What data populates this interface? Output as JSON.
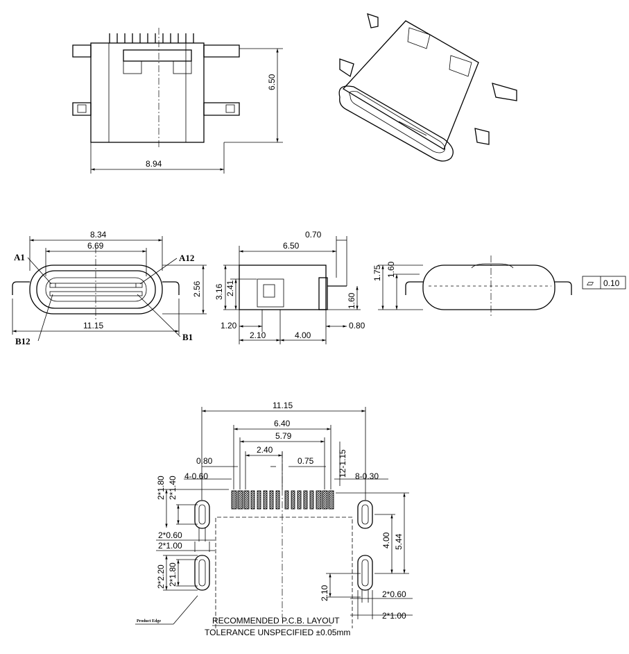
{
  "views": {
    "top_view": {
      "dims": {
        "width": "8.94",
        "height": "6.50"
      }
    },
    "front_view": {
      "dims": {
        "outer": "8.34",
        "inner": "6.69",
        "total": "11.15",
        "height": "2.56"
      },
      "pins": {
        "a1": "A1",
        "a12": "A12",
        "b12": "B12",
        "b1": "B1"
      }
    },
    "side_view": {
      "dims": {
        "length": "6.50",
        "lead": "0.70",
        "h_total": "3.16",
        "h_body": "2.41",
        "h_pin": "1.60",
        "offset": "1.20",
        "tail": "0.80",
        "d1": "2.10",
        "d2": "4.00"
      }
    },
    "rear_view": {
      "dims": {
        "h1": "1.75",
        "h2": "1.60"
      },
      "flatness": {
        "symbol": "▱",
        "value": "0.10"
      }
    },
    "pcb_layout": {
      "dims": {
        "total": "11.15",
        "pitch_span": "6.40",
        "inner_span": "5.79",
        "center": "2.40",
        "pitch": "0.75",
        "pad_w": "0.80",
        "pad_w2": "4-0.60",
        "pad_len": "12-1.15",
        "pad_small": "8-0.30",
        "slot_h1": "2*1.80",
        "slot_h2": "2*1.40",
        "slot_w1": "2*0.60",
        "slot_w2": "2*1.00",
        "slot_h3": "2*2.20",
        "slot_h4": "2*1.80",
        "right_h1": "4.00",
        "right_h2": "5.44",
        "right_h3": "2.10",
        "right_w1": "2*0.60",
        "right_w2": "2*1.00"
      },
      "edge_label": "Product Edge",
      "title": "RECOMMENDED   P.C.B.  LAYOUT",
      "tolerance": "TOLERANCE  UNSPECIFIED  ±0.05mm"
    }
  }
}
